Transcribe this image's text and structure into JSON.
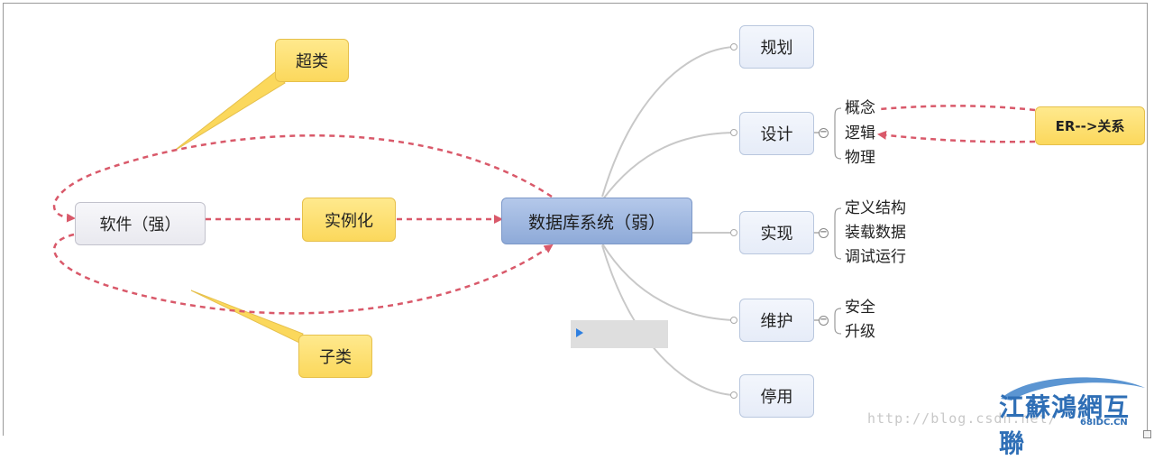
{
  "nodes": {
    "center": "数据库系统（弱）",
    "software": "软件（强）",
    "instantiate": "实例化",
    "superclass": "超类",
    "subclass": "子类",
    "planning": "规划",
    "design": "设计",
    "implementation": "实现",
    "maintenance": "维护",
    "retirement": "停用",
    "er_relation": "ER-->关系"
  },
  "design_children": [
    "概念",
    "逻辑",
    "物理"
  ],
  "implementation_children": [
    "定义结构",
    "装载数据",
    "调试运行"
  ],
  "maintenance_children": [
    "安全",
    "升级"
  ],
  "collapse_symbol": "−",
  "watermark": "http://blog.csdn.net/",
  "logo": {
    "name": "江蘇鴻網互聯",
    "domain": "68IDC.CN"
  },
  "colors": {
    "link_dashed": "#d9596a",
    "branch": "#c8c8c8",
    "callout": "#fbd85c",
    "center": "#8eaad8"
  }
}
